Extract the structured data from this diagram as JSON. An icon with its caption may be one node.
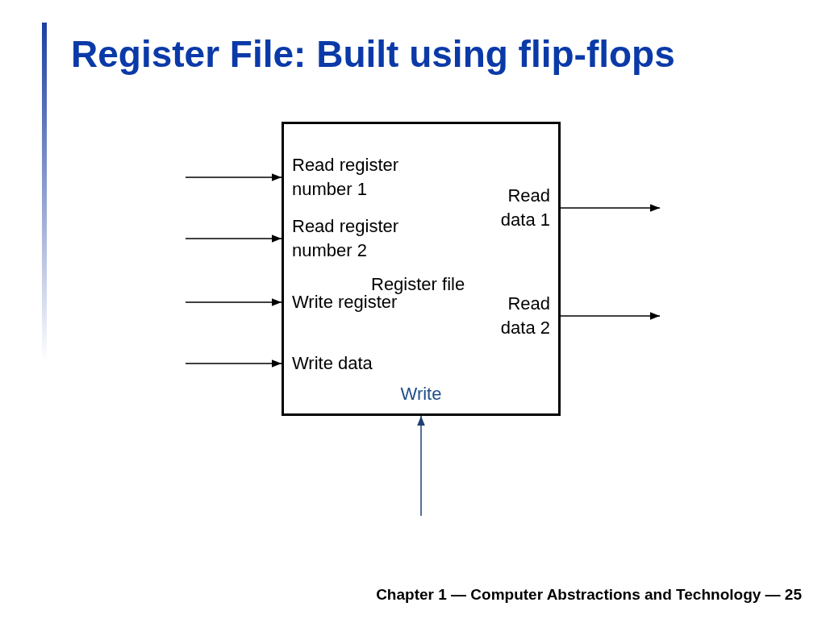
{
  "diagram": {
    "title": "Register File:  Built using flip-flops",
    "nodes": [
      {
        "text": [
          "Register file"
        ]
      },
      {
        "text": [
          "Read register number 1"
        ],
        "in": 0
      },
      {
        "text": [
          "Read register number 2"
        ],
        "in": 0
      },
      {
        "text": [
          "Write register"
        ],
        "in": 0
      },
      {
        "text": [
          "Write data"
        ],
        "in": 0
      },
      {
        "text": [
          "Read data 1"
        ],
        "in": 0
      },
      {
        "text": [
          "Read data 2"
        ],
        "in": 0
      },
      {
        "text": [
          "Write"
        ],
        "in": 0
      }
    ],
    "edges": [
      {
        "from": null,
        "to": 1,
        "arrow": "to"
      },
      {
        "from": null,
        "to": 2,
        "arrow": "to"
      },
      {
        "from": null,
        "to": 3,
        "arrow": "to"
      },
      {
        "from": null,
        "to": 4,
        "arrow": "to"
      },
      {
        "from": 5,
        "to": null,
        "arrow": "to"
      },
      {
        "from": 6,
        "to": null,
        "arrow": "to"
      },
      {
        "from": null,
        "to": 7,
        "arrow": "to",
        "color": "#1f3f73"
      }
    ],
    "labels": [
      "Chapter 1 — Computer Abstractions and Technology — 25"
    ]
  }
}
